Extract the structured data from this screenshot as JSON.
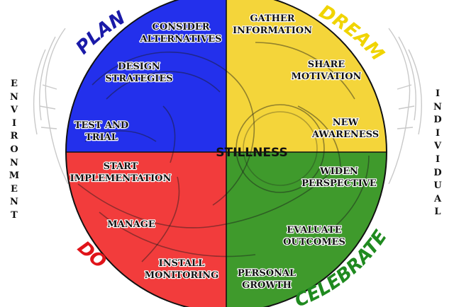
{
  "center_label": "STILLNESS",
  "quadrants": [
    {
      "key": "plan",
      "title": "PLAN",
      "fill": "#2330ec",
      "title_color": "#1a1aa8"
    },
    {
      "key": "dream",
      "title": "DREAM",
      "fill": "#f4d53a",
      "title_color": "#f0d400"
    },
    {
      "key": "do",
      "title": "DO",
      "fill": "#f23c3c",
      "title_color": "#e0141a"
    },
    {
      "key": "celebrate",
      "title": "CELEBRATE",
      "fill": "#3f9a2c",
      "title_color": "#1f8a1f"
    }
  ],
  "steps": {
    "consider": [
      "Consider",
      "Alternatives"
    ],
    "design": [
      "Design",
      "Strategies"
    ],
    "test": [
      "Test and",
      "Trial"
    ],
    "gather": [
      "Gather",
      "Information"
    ],
    "share": [
      "Share",
      "Motivation"
    ],
    "awareness": [
      "New",
      "Awareness"
    ],
    "start": [
      "Start",
      "Implementation"
    ],
    "manage": [
      "Manage"
    ],
    "install": [
      "Install",
      "Monitoring"
    ],
    "widen": [
      "Widen",
      "Perspective"
    ],
    "evaluate": [
      "Evaluate",
      "Outcomes"
    ],
    "growth": [
      "Personal",
      "Growth"
    ]
  },
  "left_axis": "ENVIRONMENT",
  "right_axis": "INDIVIDUAL"
}
